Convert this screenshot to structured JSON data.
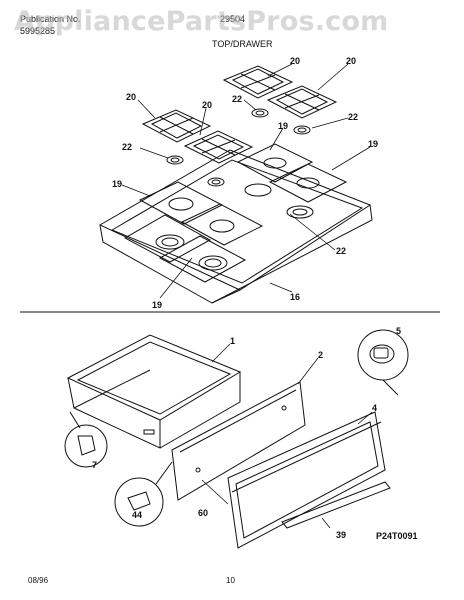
{
  "header": {
    "pub_label": "Publication No.",
    "pub_number": "5995285",
    "model": "29504",
    "section": "TOP/DRAWER"
  },
  "watermark": "AppliancePartsPros.com",
  "callouts_top": [
    "20",
    "20",
    "20",
    "20",
    "22",
    "22",
    "22",
    "19",
    "19",
    "19",
    "22",
    "19",
    "16"
  ],
  "callouts_bottom": [
    "1",
    "2",
    "5",
    "4",
    "7",
    "44",
    "60",
    "39"
  ],
  "drawing_code": "P24T0091",
  "footer": {
    "date": "08/96",
    "page": "10"
  }
}
